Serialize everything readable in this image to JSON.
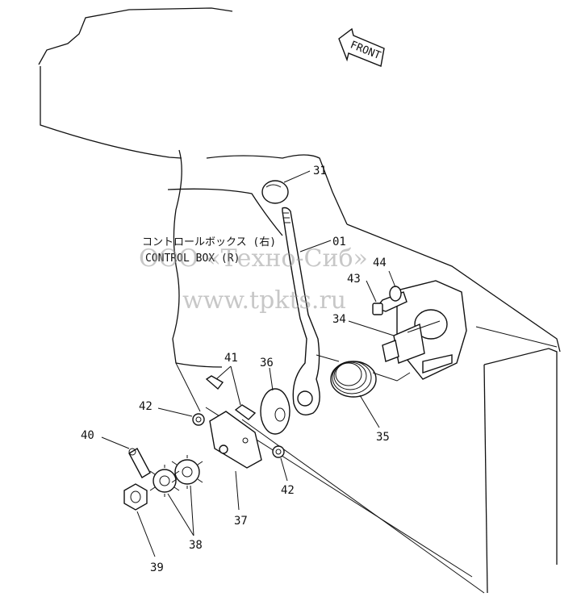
{
  "front_label": "FRONT",
  "title_jp": "コントロールボックス (右)",
  "title_en": "CONTROL BOX (R)",
  "watermark": {
    "line1": "ООО «Техно-Сиб»",
    "line2": "www.tpkts.ru"
  },
  "callouts": {
    "c31": "31",
    "c01": "01",
    "c44": "44",
    "c43": "43",
    "c34": "34",
    "c36": "36",
    "c41": "41",
    "c35": "35",
    "c42a": "42",
    "c42b": "42",
    "c40": "40",
    "c37": "37",
    "c38": "38",
    "c39": "39"
  }
}
